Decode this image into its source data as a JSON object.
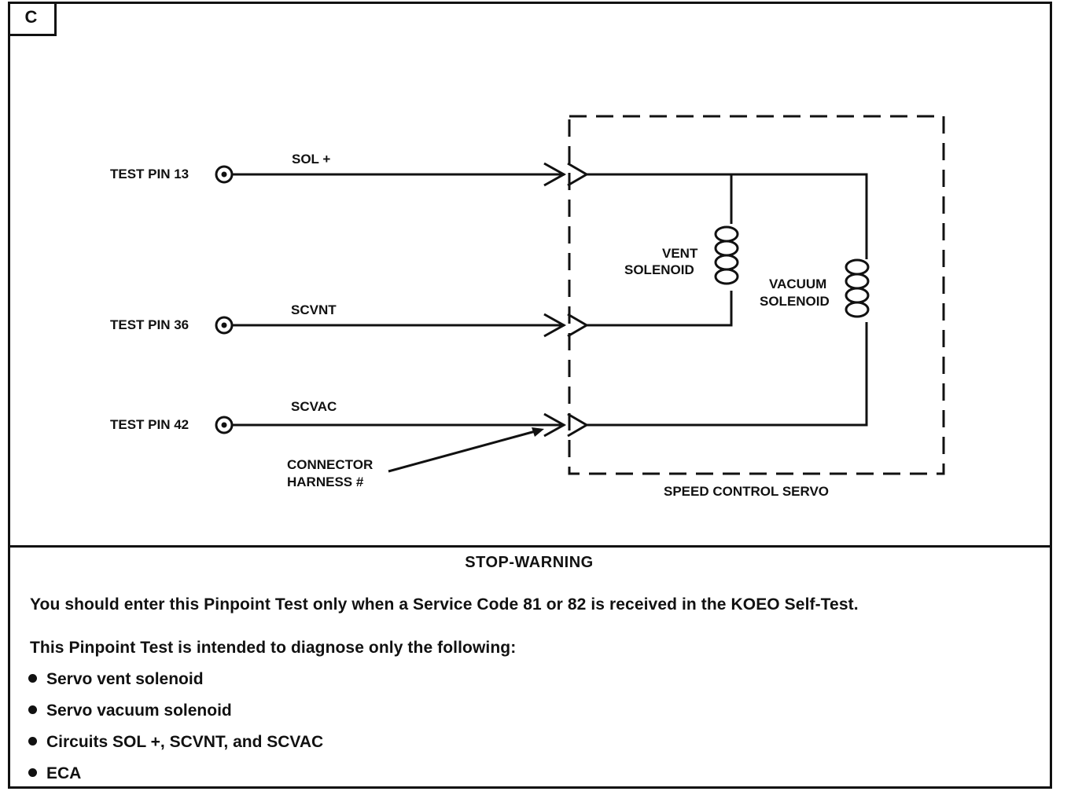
{
  "section_letter": "C",
  "diagram": {
    "pins": [
      {
        "label": "TEST PIN 13",
        "signal": "SOL +"
      },
      {
        "label": "TEST PIN 36",
        "signal": "SCVNT"
      },
      {
        "label": "TEST PIN 42",
        "signal": "SCVAC"
      }
    ],
    "connector_label_line1": "CONNECTOR",
    "connector_label_line2": "HARNESS #",
    "vent_label_line1": "VENT",
    "vent_label_line2": "SOLENOID",
    "vacuum_label_line1": "VACUUM",
    "vacuum_label_line2": "SOLENOID",
    "servo_label": "SPEED CONTROL SERVO"
  },
  "warning": {
    "title": "STOP-WARNING",
    "line1": "You should enter this Pinpoint Test only when a Service Code 81 or 82 is received in the KOEO Self-Test.",
    "line2": "This Pinpoint Test is intended to diagnose only the following:",
    "items": [
      "Servo vent solenoid",
      "Servo vacuum solenoid",
      "Circuits SOL +, SCVNT, and SCVAC",
      "ECA"
    ]
  }
}
